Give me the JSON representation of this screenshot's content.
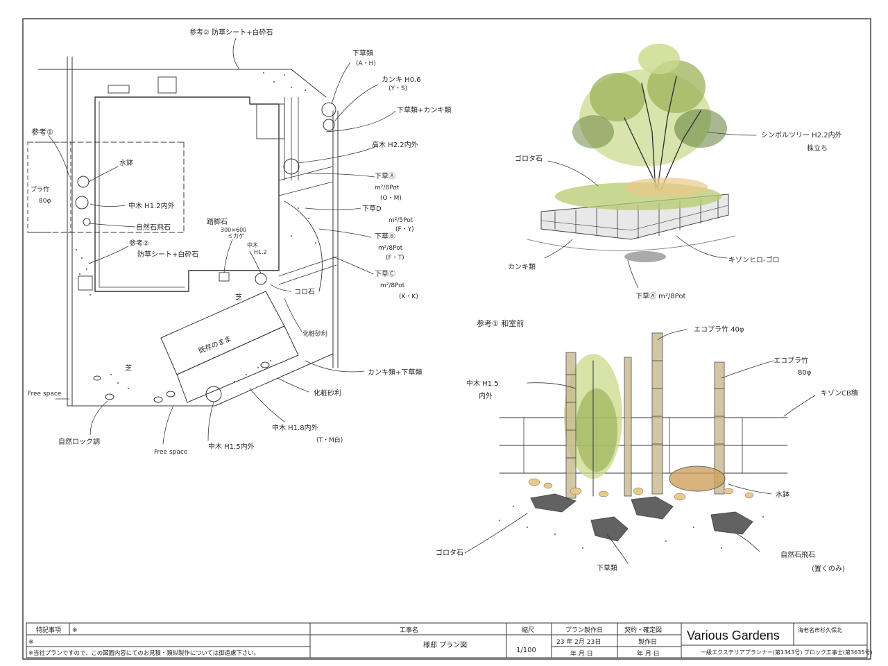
{
  "colors": {
    "ink": "#333333",
    "foliage_light": "#c9d98a",
    "foliage_mid": "#9cb35a",
    "foliage_dark": "#5f7d38",
    "stone": "#7d7d7d",
    "stone_dark": "#3b3b3b",
    "pebble": "#e9c98a",
    "bamboo": "#c9b98e"
  },
  "plan": {
    "labels": {
      "ref2_top": "参考② 防草シート+白砕石",
      "shitakusa_ah": "下草類",
      "shitakusa_ah_code": "(A・H)",
      "kanaki_h06": "カンキ H0.6",
      "kanaki_h06_code": "(Y・S)",
      "shitakusa_kaneki": "下草類+カンキ類",
      "kouboku": "高木 H2.2内外",
      "ref1": "参考①",
      "suibachi": "水鉢",
      "bamboo_fence": "プラ竹",
      "bamboo_fence_size": "80φ",
      "chuboku_12": "中木 H1.2内外",
      "shizen_ishi": "自然石飛石",
      "ref2_mid": "参考②",
      "ref2_mid_desc": "防草シート+白砕石",
      "fumiishi": "踏脚石",
      "fumiishi_size": "300×600",
      "fumiishi_finish": "ミカゲ",
      "chuboku_h12": "中木",
      "chuboku_h12_size": "H1.2",
      "shitakusa_a": "下草Ⓐ",
      "shitakusa_a_pot": "m²/8Pot",
      "shitakusa_a_code": "(O・M)",
      "shitakusa_d": "下草D",
      "shitakusa_d_pot": "m²/5Pot",
      "shitakusa_d_code": "(F・Y)",
      "shitakusa_b": "下草Ⓑ",
      "shitakusa_b_pot": "m²/8Pot",
      "shitakusa_b_code": "(F・T)",
      "shitakusa_c": "下草Ⓒ",
      "shitakusa_c_pot": "m²/8Pot",
      "shitakusa_c_code": "(K・K)",
      "koro": "コロ石",
      "keshou": "化粧砂利",
      "keshou2": "化粧砂利",
      "existing": "既存のまま",
      "shiba": "芝",
      "shiba2": "芝",
      "kanki_shitakusa": "カンキ類+下草類",
      "chuboku_18": "中木 H1.8内外",
      "chuboku_18_code": "(T・M白)",
      "chuboku_15": "中木 H1.5内外",
      "free_space_left": "Free space",
      "free_space_bottom": "Free space",
      "shizen_rock": "自然ロック調"
    }
  },
  "sketch_top": {
    "labels": {
      "symbol_tree": "シンボルツリー H2.2内外",
      "symbol_tree_type": "株立ち",
      "koro": "ゴロタ石",
      "kanki": "カンキ類",
      "existing_block": "キゾンヒロ-ゴロ",
      "shitakusa": "下草Ⓐ m²/8Pot"
    }
  },
  "sketch_bottom": {
    "labels": {
      "title": "参考① 和室前",
      "eco_bamboo_40": "エコプラ竹 40φ",
      "eco_bamboo_80": "エコプラ竹",
      "eco_bamboo_80_size": "80φ",
      "existing_cb": "キゾンCB積",
      "chuboku": "中木 H1.5",
      "chuboku_2": "内外",
      "suibachi": "水鉢",
      "koro": "ゴロタ石",
      "shizen_ishi": "自然石飛石",
      "shizen_ishi_note": "(置くのみ)",
      "shitakusa": "下草類"
    }
  },
  "title_block": {
    "notes_header": "特記事項",
    "notes_mark": "※",
    "notes_row2": "※",
    "notes_footer": "※当社プランですので、この図面内容にてのお見積・類似製作については御遠慮下さい。",
    "project_header": "工事名",
    "project_name": "様邸 プラン図",
    "scale_header": "縮尺",
    "scale_value": "1/100",
    "plan_date_header": "プラン製作日",
    "plan_date_value": "23 年 2月 23日",
    "plan_date_blank": "年 月 日",
    "contract_header": "契約・確定図",
    "contract_sub": "製作日",
    "contract_blank": "年 月 日",
    "brand": "Various Gardens",
    "address": "海老名市杉久保北",
    "licence": "一級エクステリアプランナー(第1343号) ブロック工事士(第3635号)"
  }
}
